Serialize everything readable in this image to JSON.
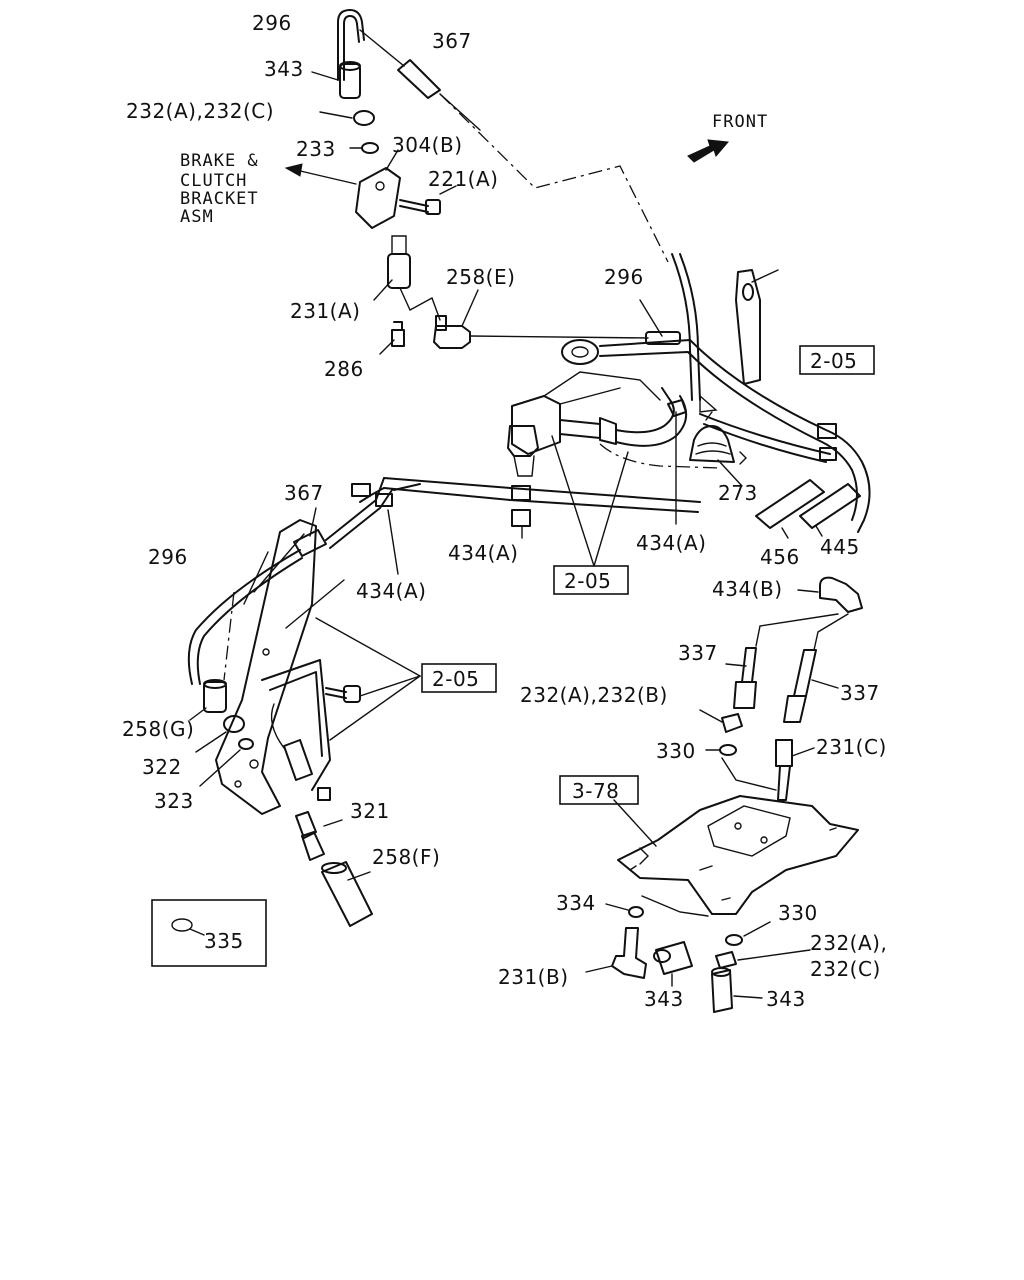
{
  "orientation": {
    "label": "FRONT"
  },
  "note": {
    "line1": "BRAKE &",
    "line2": "CLUTCH",
    "line3": "BRACKET",
    "line4": "ASM"
  },
  "refs": {
    "r1": "2-05",
    "r2": "2-05",
    "r3": "2-05",
    "r4": "3-78"
  },
  "legend": {
    "label": "335"
  },
  "labels": {
    "p296_top": "296",
    "p367_top": "367",
    "p343_top": "343",
    "p232ac_top": "232(A),232(C)",
    "p233": "233",
    "p304b": "304(B)",
    "p221a": "221(A)",
    "p231a": "231(A)",
    "p258e": "258(E)",
    "p296_mid": "296",
    "p286": "286",
    "p273": "273",
    "p367_left": "367",
    "p296_left": "296",
    "p434a_left": "434(A)",
    "p434a_center": "434(A)",
    "p434a_right": "434(A)",
    "p456": "456",
    "p445": "445",
    "p434b": "434(B)",
    "p337_left": "337",
    "p337_right": "337",
    "p232ab": "232(A),232(B)",
    "p330_top": "330",
    "p231c": "231(C)",
    "p258g": "258(G)",
    "p322": "322",
    "p323": "323",
    "p321": "321",
    "p258f": "258(F)",
    "p334": "334",
    "p330_bot": "330",
    "p232a_bot": "232(A),",
    "p232c_bot": "232(C)",
    "p231b": "231(B)",
    "p343_bot_left": "343",
    "p343_bot_right": "343"
  }
}
